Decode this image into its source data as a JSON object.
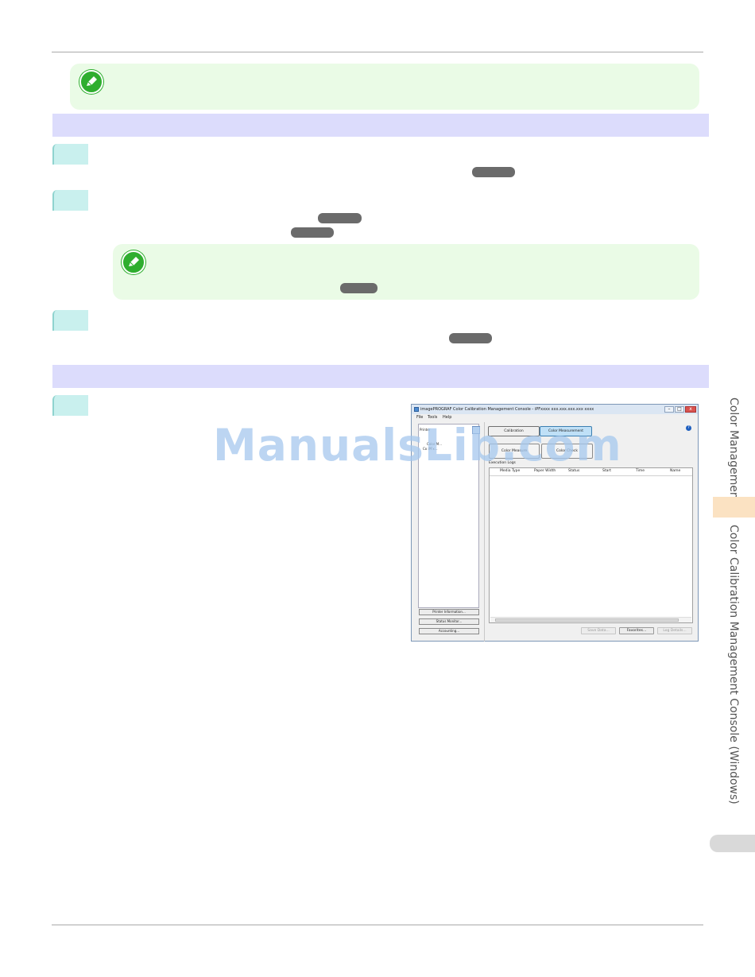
{
  "screenshot": {
    "title": "imagePROGRAF Color Calibration Management Console - iPFxxxx xxx.xxx.xxx.xxx xxxx",
    "window_buttons": [
      "–",
      "□",
      "x"
    ],
    "menu": [
      "File",
      "Tools",
      "Help"
    ],
    "printer_label": "Printer",
    "tree_items": [
      "Color M...",
      "Co iPFx..."
    ],
    "left_buttons": [
      "Printer Information...",
      "Status Monitor...",
      "Accounting..."
    ],
    "tabs": [
      "Calibration",
      "Color Measurement"
    ],
    "help_symbol": "?",
    "action_buttons": [
      "Color Measure",
      "Color Check"
    ],
    "execution_logs_label": "Execution Logs",
    "log_columns": [
      "Media Type",
      "Paper Width",
      "Status",
      "Start",
      "Time",
      "Name"
    ],
    "bottom_buttons": [
      "Save Data...",
      "Favorites...",
      "Log Details..."
    ]
  },
  "watermark": "ManualsLib.com",
  "side_tabs": {
    "section": "Color Management",
    "subsection": "Color Calibration Management Console (Windows)"
  }
}
